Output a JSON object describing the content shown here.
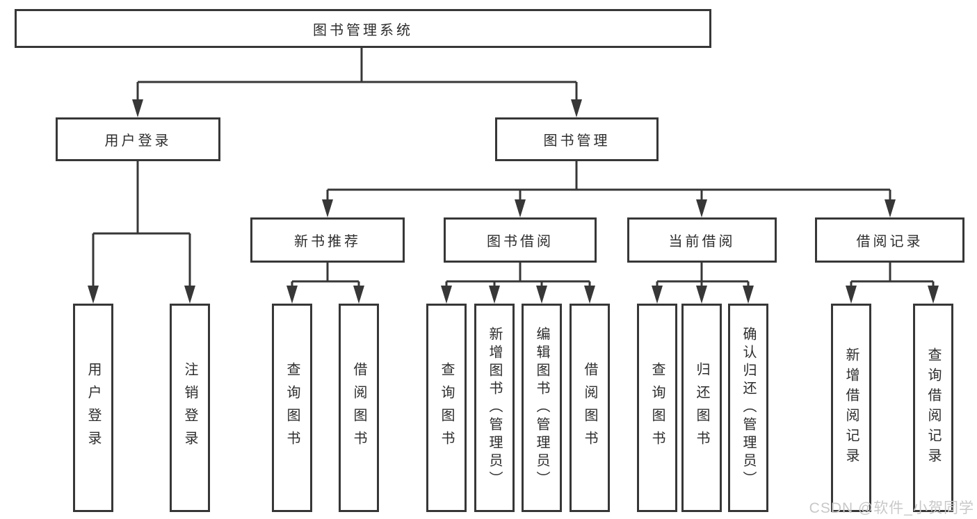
{
  "diagram": {
    "type": "hierarchy-tree",
    "title": "图书管理系统"
  },
  "tree": {
    "label": "图书管理系统",
    "children": [
      {
        "label": "用户登录",
        "children": [
          {
            "label": "用户登录"
          },
          {
            "label": "注销登录"
          }
        ]
      },
      {
        "label": "图书管理",
        "children": [
          {
            "label": "新书推荐",
            "children": [
              {
                "label": "查询图书"
              },
              {
                "label": "借阅图书"
              }
            ]
          },
          {
            "label": "图书借阅",
            "children": [
              {
                "label": "查询图书"
              },
              {
                "label": "新增图书（管理员）"
              },
              {
                "label": "编辑图书（管理员）"
              },
              {
                "label": "借阅图书"
              }
            ]
          },
          {
            "label": "当前借阅",
            "children": [
              {
                "label": "查询图书"
              },
              {
                "label": "归还图书"
              },
              {
                "label": "确认归还（管理员）"
              }
            ]
          },
          {
            "label": "借阅记录",
            "children": [
              {
                "label": "新增借阅记录"
              },
              {
                "label": "查询借阅记录"
              }
            ]
          }
        ]
      }
    ]
  },
  "watermark": {
    "text": "CSDN @软件_小贺同学"
  },
  "colors": {
    "line": "#373737",
    "box_border": "#373737",
    "text": "#2d2d2d",
    "watermark": "#c8c8c8",
    "background": "#ffffff"
  }
}
